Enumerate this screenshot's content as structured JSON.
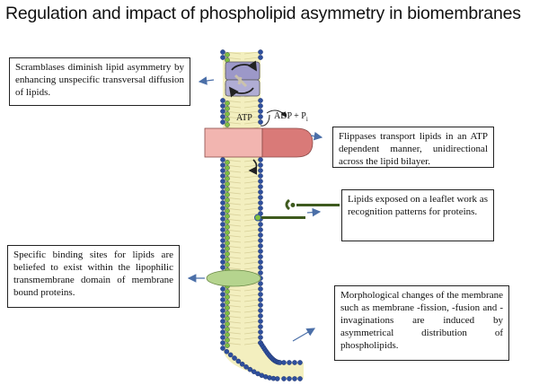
{
  "title": "Regulation and impact of phospholipid asymmetry in biomembranes",
  "annotations": {
    "scramblases": "Scramblases diminish lipid asymmetry by enhancing unspecific transversal diffusion of lipids.",
    "flippases": "Flippases transport lipids in an ATP dependent manner, unidirectional across the lipid bilayer.",
    "lipid_recognition": "Lipids exposed on a leaflet work as recognition patterns for proteins.",
    "binding_sites": "Specific binding sites for lipids are beliefed to exist within the lipophilic transmembrane domain of membrane bound proteins.",
    "morphological": "Morphological changes of the membrane such as membrane -fission, -fusion and -invaginations are induced by asymmetrical distribution of phospholipids."
  },
  "reaction": {
    "atp": "ATP",
    "adp": "ADP + P",
    "adp_sub": "i"
  },
  "colors": {
    "headgroup_outer": "#2e4f9e",
    "headgroup_inner": "#7fbf3f",
    "tail": "#f3efbf",
    "flippase_left": "#f2b5b0",
    "flippase_right": "#d97a78",
    "scramblase": "#9c98c8",
    "binding_protein": "#b5d48e",
    "arrow": "#4b6fa8",
    "receptor": "#3e5a1e"
  }
}
